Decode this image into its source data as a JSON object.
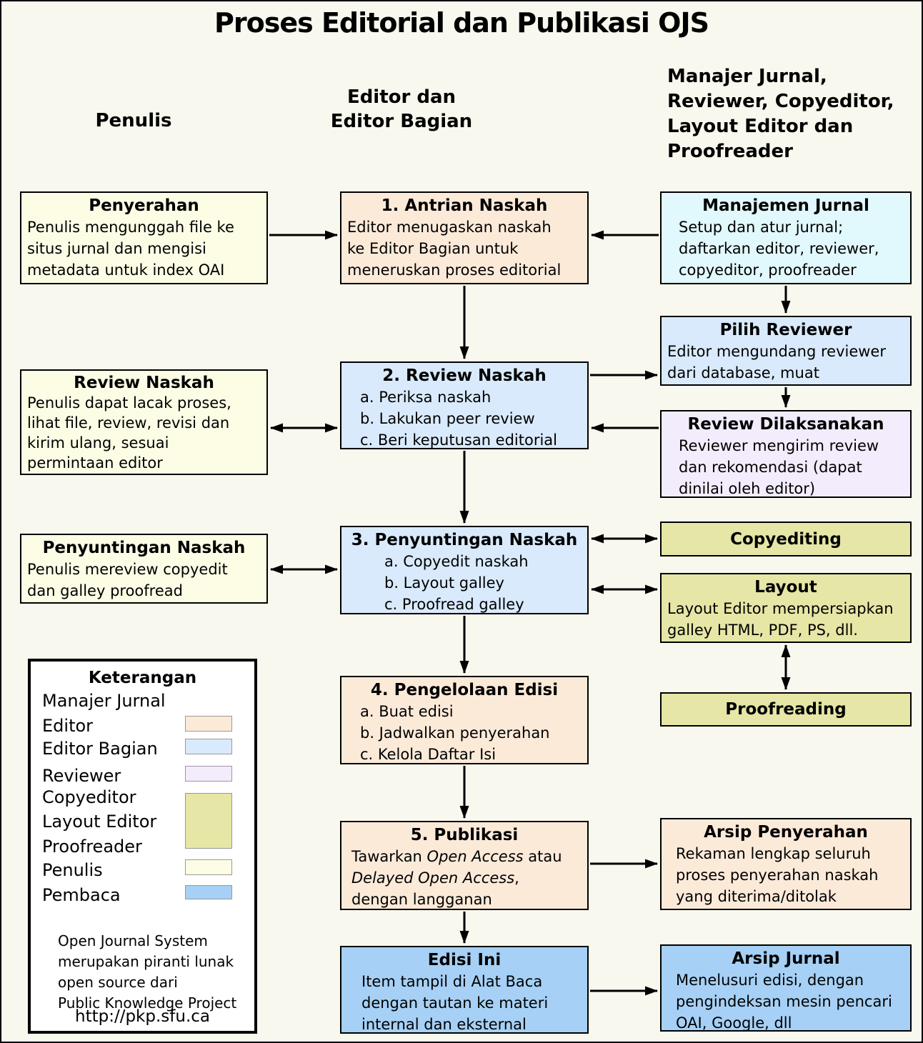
{
  "title": "Proses Editorial dan Publikasi OJS",
  "columns": {
    "left": "Penulis",
    "middle": "Editor dan\nEditor Bagian",
    "right": "Manajer Jurnal,\nReviewer, Copyeditor,\nLayout Editor dan\nProofreader"
  },
  "left_column": {
    "penyerahan": {
      "title": "Penyerahan",
      "body": "Penulis mengunggah file ke\nsitus jurnal dan mengisi\nmetadata untuk index OAI"
    },
    "review_naskah": {
      "title": "Review Naskah",
      "body": "Penulis dapat lacak proses,\nlihat file, review, revisi dan\nkirim ulang, sesuai\npermintaan editor"
    },
    "penyuntingan_naskah": {
      "title": "Penyuntingan Naskah",
      "body": "Penulis mereview copyedit\ndan galley proofread"
    }
  },
  "center_column": {
    "antrian": {
      "title": "1. Antrian Naskah",
      "body": "Editor menugaskan naskah\nke Editor Bagian untuk\nmeneruskan proses editorial"
    },
    "review": {
      "title": "2. Review Naskah",
      "items": [
        "a. Periksa naskah",
        "b. Lakukan peer review",
        "c. Beri keputusan editorial"
      ]
    },
    "penyuntingan": {
      "title": "3. Penyuntingan Naskah",
      "items": [
        "a. Copyedit naskah",
        "b. Layout galley",
        "c. Proofread galley"
      ]
    },
    "pengelolaan": {
      "title": "4. Pengelolaan Edisi",
      "items": [
        "a. Buat edisi",
        "b. Jadwalkan penyerahan",
        "c. Kelola Daftar Isi"
      ]
    },
    "publikasi": {
      "title": "5. Publikasi",
      "p1": "Tawarkan ",
      "p2": "Open Access",
      "p3": " atau",
      "p4": "Delayed Open Access",
      "p5": ",",
      "p6": "dengan langganan"
    },
    "edisi_ini": {
      "title": "Edisi Ini",
      "body": "Item tampil di Alat Baca\ndengan tautan ke materi\ninternal dan eksternal"
    }
  },
  "right_column": {
    "manajemen": {
      "title": "Manajemen Jurnal",
      "body": "Setup dan atur jurnal;\ndaftarkan editor, reviewer,\ncopyeditor, proofreader"
    },
    "pilih_reviewer": {
      "title": "Pilih Reviewer",
      "body": "Editor mengundang reviewer\ndari database, muat"
    },
    "review_dilaksanakan": {
      "title": "Review Dilaksanakan",
      "body": "Reviewer mengirim review\ndan rekomendasi (dapat\ndinilai oleh editor)"
    },
    "copyediting": {
      "title": "Copyediting"
    },
    "layout": {
      "title": "Layout",
      "body": "Layout Editor mempersiapkan\ngalley HTML, PDF, PS, dll."
    },
    "proofreading": {
      "title": "Proofreading"
    },
    "arsip_penyerahan": {
      "title": "Arsip Penyerahan",
      "body": "Rekaman lengkap seluruh\nproses penyerahan naskah\nyang diterima/ditolak"
    },
    "arsip_jurnal": {
      "title": "Arsip Jurnal",
      "body": "Menelusuri edisi, dengan\npengindeksan mesin pencari\nOAI, Google, dll"
    }
  },
  "legend": {
    "title": "Keterangan",
    "items": [
      {
        "label": "Manajer Jurnal",
        "swatch": null
      },
      {
        "label": "Editor",
        "swatch": "#fcead9"
      },
      {
        "label": "Editor Bagian",
        "swatch": "#d9eafc"
      },
      {
        "label": "Reviewer",
        "swatch": "#f3ecfc"
      },
      {
        "label": "Copyeditor",
        "swatch": "#e6e6a6"
      },
      {
        "label": "Layout Editor",
        "swatch": "#e6e6a6"
      },
      {
        "label": "Proofreader",
        "swatch": "#e6e6a6"
      },
      {
        "label": "Penulis",
        "swatch": "#fdfde6"
      },
      {
        "label": "Pembaca",
        "swatch": "#a6d0f5"
      }
    ],
    "note": "Open Journal System\nmerupakan piranti lunak\nopen source dari\nPublic Knowledge Project",
    "url": "http://pkp.sfu.ca"
  },
  "colors": {
    "background": "#f8f8ee",
    "box_border": "#000000",
    "penulis_box": "#fdfde6",
    "editor_box": "#fcead9",
    "editor_bagian_box": "#d9eafc",
    "manajer_jurnal_box": "#e1f8fc",
    "reviewer_box": "#f3ecfc",
    "copyeditor_layout_proofreader_box": "#e6e6a6",
    "pembaca_box": "#a6d0f5"
  }
}
